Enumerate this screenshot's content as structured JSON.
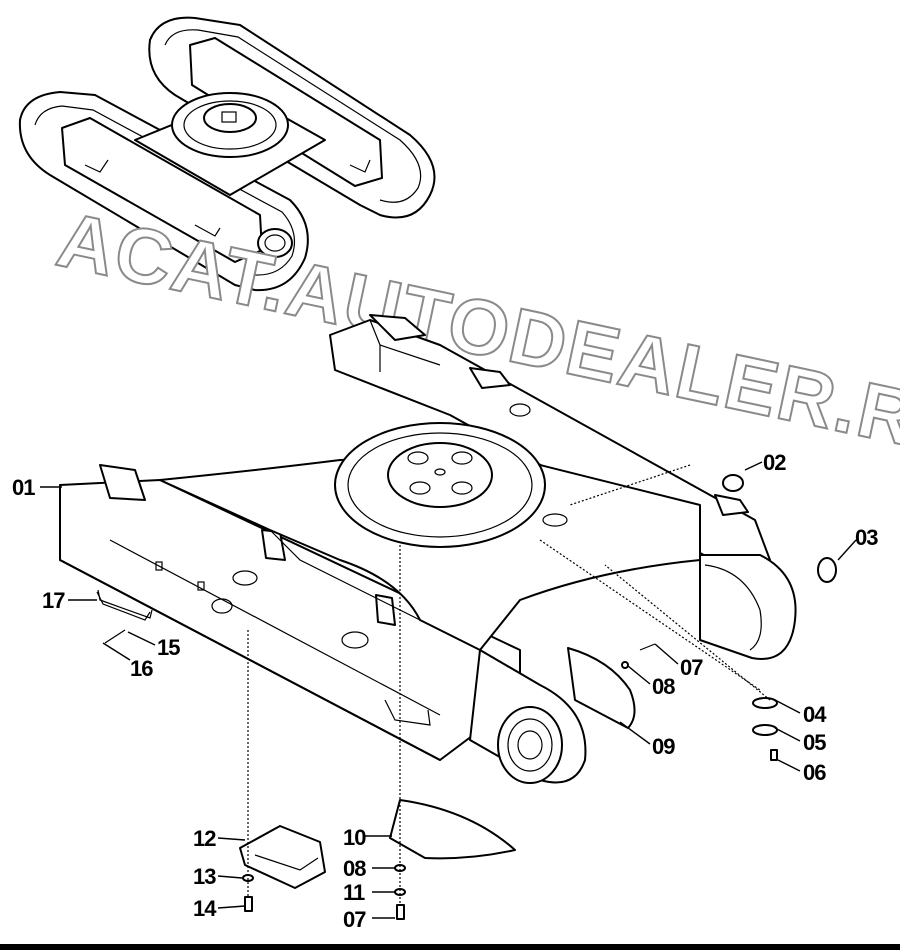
{
  "watermark": "ACAT.AUTODEALER.RU",
  "part_labels": [
    {
      "id": "01",
      "text": "01"
    },
    {
      "id": "02",
      "text": "02"
    },
    {
      "id": "03",
      "text": "03"
    },
    {
      "id": "04",
      "text": "04"
    },
    {
      "id": "05",
      "text": "05"
    },
    {
      "id": "06",
      "text": "06"
    },
    {
      "id": "07a",
      "text": "07"
    },
    {
      "id": "08a",
      "text": "08"
    },
    {
      "id": "09",
      "text": "09"
    },
    {
      "id": "10",
      "text": "10"
    },
    {
      "id": "08b",
      "text": "08"
    },
    {
      "id": "11",
      "text": "11"
    },
    {
      "id": "07b",
      "text": "07"
    },
    {
      "id": "12",
      "text": "12"
    },
    {
      "id": "13",
      "text": "13"
    },
    {
      "id": "14",
      "text": "14"
    },
    {
      "id": "15",
      "text": "15"
    },
    {
      "id": "16",
      "text": "16"
    },
    {
      "id": "17",
      "text": "17"
    }
  ]
}
